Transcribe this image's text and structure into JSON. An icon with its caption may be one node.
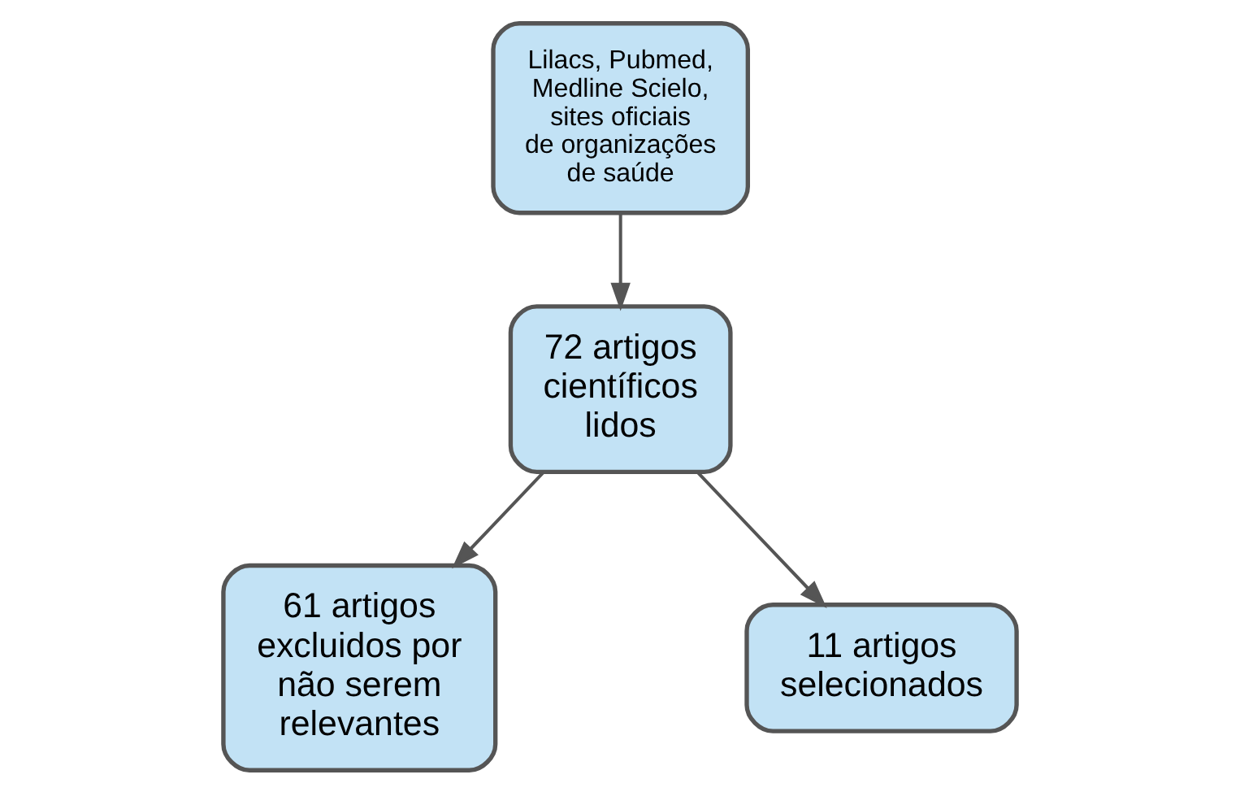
{
  "diagram": {
    "nodes": [
      {
        "text": [
          "Lilacs, Pubmed, Medline Scielo, sites oficiais de organizações de saúde"
        ]
      },
      {
        "text": [
          "72 artigos científicos lidos"
        ]
      },
      {
        "text": [
          "61 artigos excluidos por não serem relevantes"
        ]
      },
      {
        "text": [
          "11 artigos selecionados"
        ]
      }
    ],
    "edges": [
      {
        "from": 0,
        "to": 1,
        "arrow": "to"
      },
      {
        "from": 1,
        "to": 2,
        "arrow": "to"
      },
      {
        "from": 1,
        "to": 3,
        "arrow": "to"
      }
    ]
  }
}
